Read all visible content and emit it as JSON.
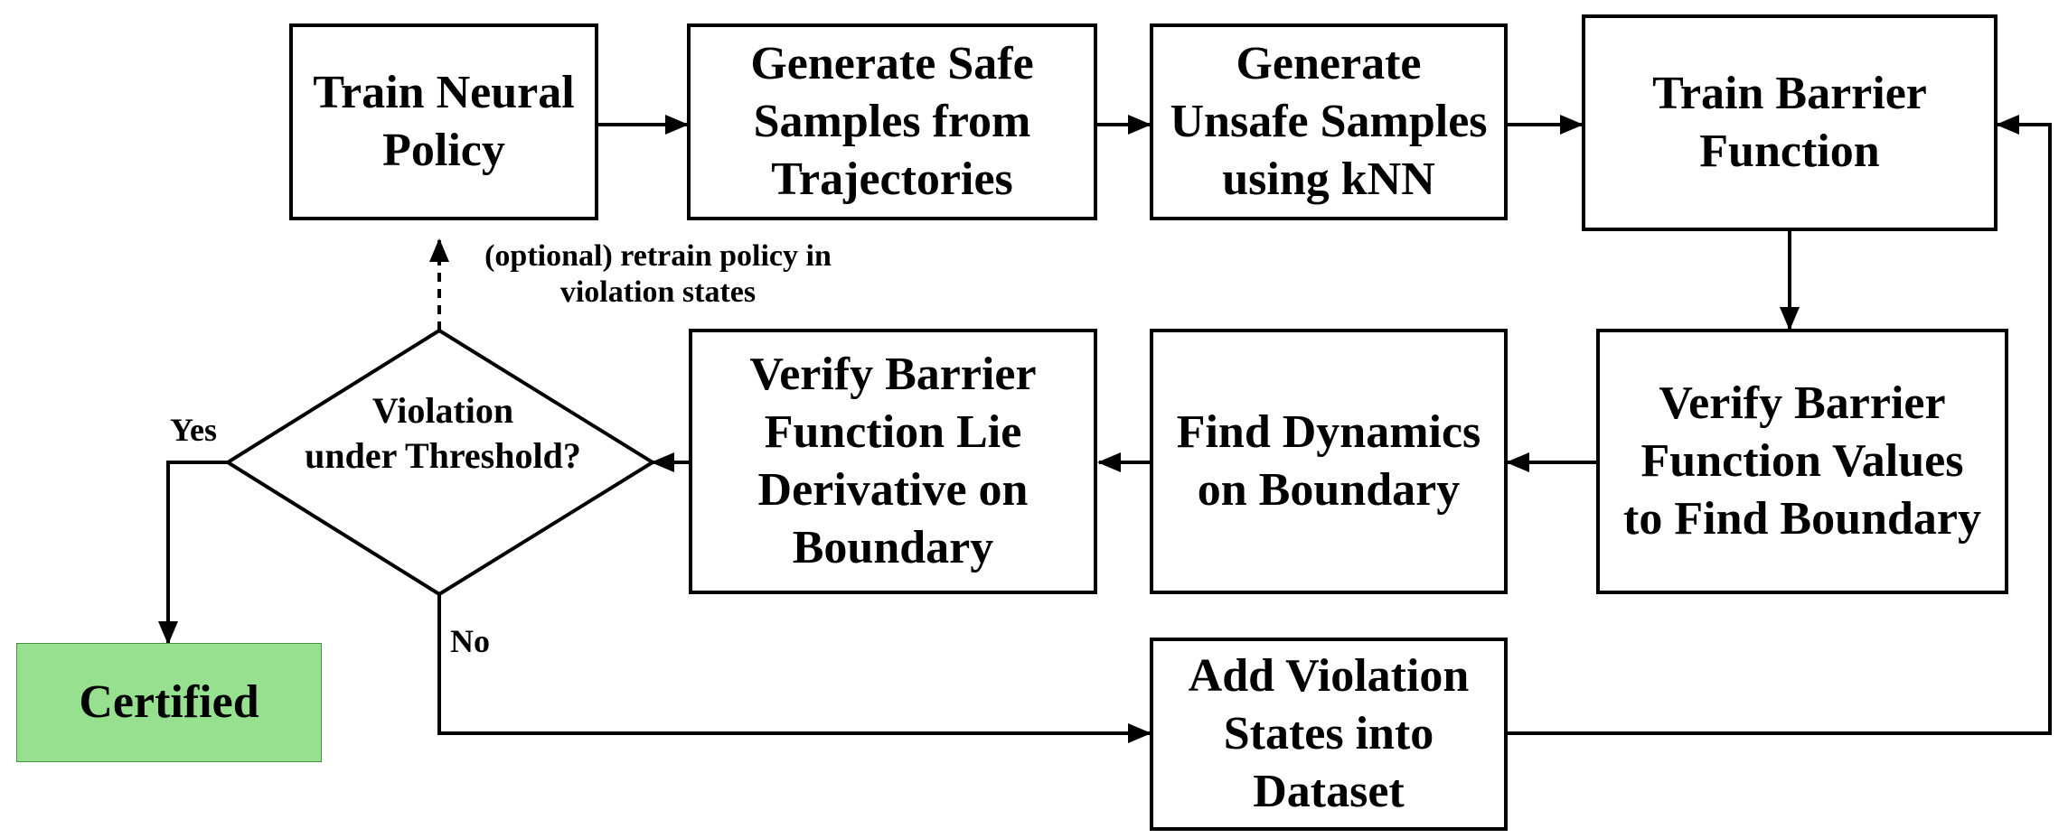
{
  "nodes": {
    "train_policy": "Train Neural\nPolicy",
    "safe_samples": "Generate Safe\nSamples from\nTrajectories",
    "unsafe_samples": "Generate\nUnsafe Samples\nusing kNN",
    "train_barrier": "Train Barrier\nFunction",
    "verify_values": "Verify Barrier\nFunction Values\nto Find Boundary",
    "find_dynamics": "Find Dynamics\non Boundary",
    "verify_lie": "Verify Barrier\nFunction Lie\nDerivative on\nBoundary",
    "decision": "Violation\nunder Threshold?",
    "certified": "Certified",
    "add_violation": "Add Violation\nStates into\nDataset"
  },
  "edge_labels": {
    "optional_retrain": "(optional) retrain policy in\nviolation states",
    "yes": "Yes",
    "no": "No"
  },
  "colors": {
    "certified_fill": "#97e08f",
    "line": "#000000"
  }
}
